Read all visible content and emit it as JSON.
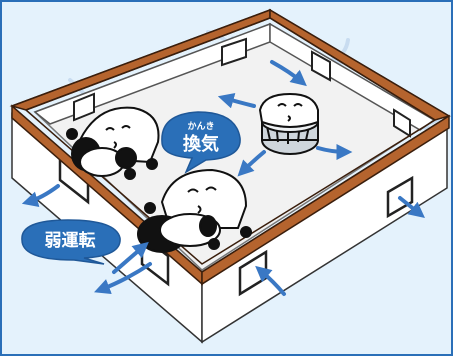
{
  "illustration": {
    "ruby_label": "かんき",
    "bubble_ventilation": "換気",
    "bubble_low_power": "弱運転"
  },
  "colors": {
    "background": "#e4f2fc",
    "border": "#2a6fb8",
    "timber": "#b5642e",
    "wall": "#ffffff",
    "floor": "#f2f2f2",
    "arrow": "#3a78c4",
    "bubble": "#2a6fb8"
  },
  "icons": [
    "ventilation-fan-icon",
    "airflow-arrow-icon",
    "foundation-vent-icon"
  ]
}
